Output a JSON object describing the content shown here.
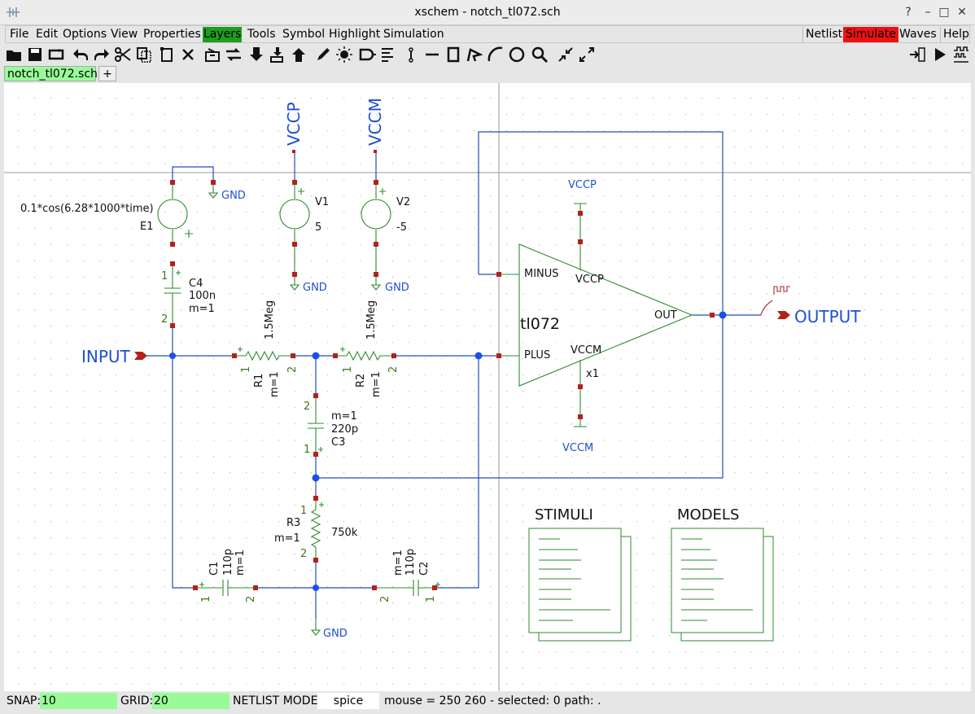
{
  "window": {
    "title": "xschem - notch_tl072.sch",
    "controls": [
      "?",
      "–",
      "□",
      "✕"
    ]
  },
  "menu": {
    "left": [
      "File",
      "Edit",
      "Options",
      "View",
      "Properties",
      "Layers",
      "Tools",
      "Symbol",
      "Highlight",
      "Simulation"
    ],
    "right": [
      "Netlist",
      "Simulate",
      "Waves",
      "Help"
    ],
    "highlight_color": "#1e9e1e",
    "simulate_color": "#ee1111"
  },
  "toolbar_icons": [
    "open-icon",
    "save-icon",
    "reload-icon",
    "undo-icon",
    "redo-icon",
    "cut-icon",
    "copy-icon",
    "delete-icon",
    "close-icon",
    "place-symbol-icon",
    "move-icon",
    "push-icon",
    "make-symbol-icon",
    "pop-icon",
    "edit-icon",
    "highlight-icon",
    "insert-symbol-icon",
    "align-icon",
    "wire-icon",
    "line-icon",
    "rect-icon",
    "polygon-icon",
    "arc-icon",
    "circle-icon",
    "zoom-icon",
    "zoom-in-icon",
    "zoom-fit-icon",
    "netlist-icon",
    "simulate-icon",
    "waves-icon"
  ],
  "tabs": {
    "active": "notch_tl072.sch",
    "add": "+"
  },
  "schematic": {
    "pins": {
      "input": "INPUT",
      "output": "OUTPUT"
    },
    "supplies": {
      "vccp": "VCCP",
      "vccm": "VCCM",
      "gnd": "GND"
    },
    "e1": {
      "name": "E1",
      "expr": "0.1*cos(6.28*1000*time)"
    },
    "v1": {
      "name": "V1",
      "value": "5"
    },
    "v2": {
      "name": "V2",
      "value": "-5"
    },
    "c4": {
      "name": "C4",
      "value": "100n",
      "m": "m=1"
    },
    "r1": {
      "name": "R1",
      "value": "1.5Meg",
      "m": "m=1"
    },
    "r2": {
      "name": "R2",
      "value": "1.5Meg",
      "m": "m=1"
    },
    "c3": {
      "name": "C3",
      "value": "220p",
      "m": "m=1"
    },
    "r3": {
      "name": "R3",
      "value": "750k",
      "m": "m=1"
    },
    "c1": {
      "name": "C1",
      "value": "110p",
      "m": "m=1"
    },
    "c2": {
      "name": "C2",
      "value": "110p",
      "m": "m=1"
    },
    "opamp": {
      "name": "tl072",
      "inst": "x1",
      "minus": "MINUS",
      "plus": "PLUS",
      "out": "OUT",
      "vccp": "VCCP",
      "vccm": "VCCM"
    },
    "pin_numbers": {
      "one": "1",
      "two": "2",
      "plus": "+"
    },
    "blocks": {
      "stimuli": "STIMULI",
      "models": "MODELS"
    }
  },
  "status": {
    "snap_label": "SNAP:",
    "snap_value": "10",
    "grid_label": "GRID:",
    "grid_value": "20",
    "netlist_label": "NETLIST MODE:",
    "netlist_value": "spice",
    "info": "mouse = 250 260 - selected: 0 path: ."
  }
}
